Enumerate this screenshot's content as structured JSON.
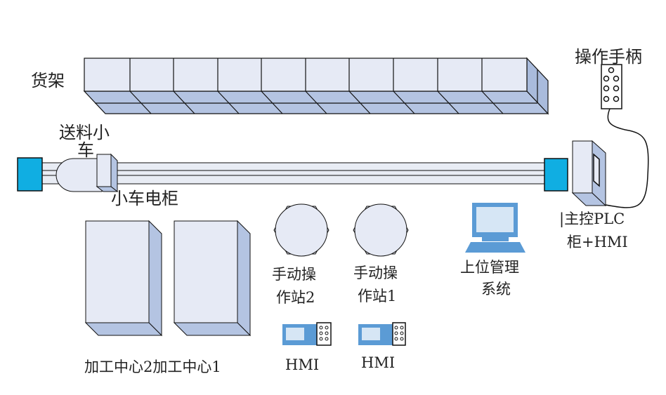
{
  "labels": {
    "shelf": "货架",
    "cart_line1": "送料小",
    "cart_line2": "车",
    "cart_cabinet": "小车电柜",
    "handle": "操作手柄",
    "plc_line1": "|主控PLC",
    "plc_line2": "柜+HMI",
    "machining_centers": "加工中心2加工中心1",
    "station2_line1": "手动操",
    "station2_line2": "作站2",
    "station1_line1": "手动操",
    "station1_line2": "作站1",
    "hmi_left": "HMI",
    "hmi_right": "HMI",
    "host_line1": "上位管理",
    "host_line2": "系统"
  },
  "colors": {
    "face": "#e6eaf5",
    "side": "#b4c4e2",
    "blue_block": "#10aee2",
    "computer": "#5b9bd5"
  }
}
